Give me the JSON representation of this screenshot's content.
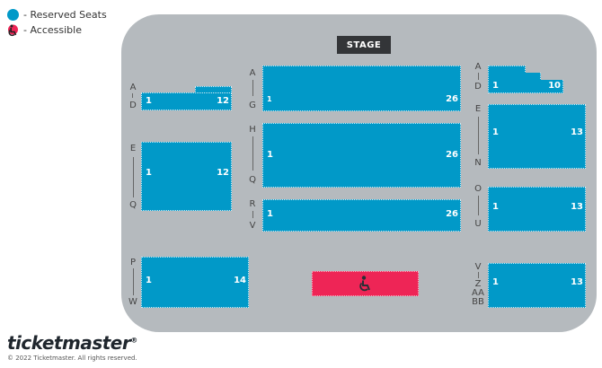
{
  "legend": {
    "reserved_label": "- Reserved Seats",
    "accessible_label": "- Accessible",
    "reserved_color": "#0199c8",
    "accessible_color": "#ee2556"
  },
  "stage": {
    "label": "STAGE"
  },
  "sections": {
    "left_front": {
      "row_start": "A",
      "row_end": "D",
      "seat_low": "1",
      "seat_high": "12"
    },
    "left_mid": {
      "row_start": "E",
      "row_end": "Q",
      "seat_low": "1",
      "seat_high": "12"
    },
    "left_rear": {
      "row_start": "P",
      "row_end": "W",
      "seat_low": "1",
      "seat_high": "14"
    },
    "center_front": {
      "row_start": "A",
      "row_end": "G",
      "seat_low": "1",
      "seat_high": "26"
    },
    "center_mid": {
      "row_start": "H",
      "row_end": "Q",
      "seat_low": "1",
      "seat_high": "26"
    },
    "center_rear": {
      "row_start": "R",
      "row_end": "V",
      "seat_low": "1",
      "seat_high": "26"
    },
    "right_front": {
      "row_start": "A",
      "row_end": "D",
      "seat_low": "1",
      "seat_high": "10"
    },
    "right_mid": {
      "row_start": "E",
      "row_end": "N",
      "seat_low": "1",
      "seat_high": "13"
    },
    "right_mid2": {
      "row_start": "O",
      "row_end": "U",
      "seat_low": "1",
      "seat_high": "13"
    },
    "right_rear": {
      "row_start": "V",
      "row_mid": "Z",
      "row_extra1": "AA",
      "row_extra2": "BB",
      "seat_low": "1",
      "seat_high": "13"
    }
  },
  "accessible_area": {
    "icon": "wheelchair-icon"
  },
  "footer": {
    "brand": "ticketmaster",
    "registered": "®",
    "copyright": "© 2022 Ticketmaster. All rights reserved."
  }
}
